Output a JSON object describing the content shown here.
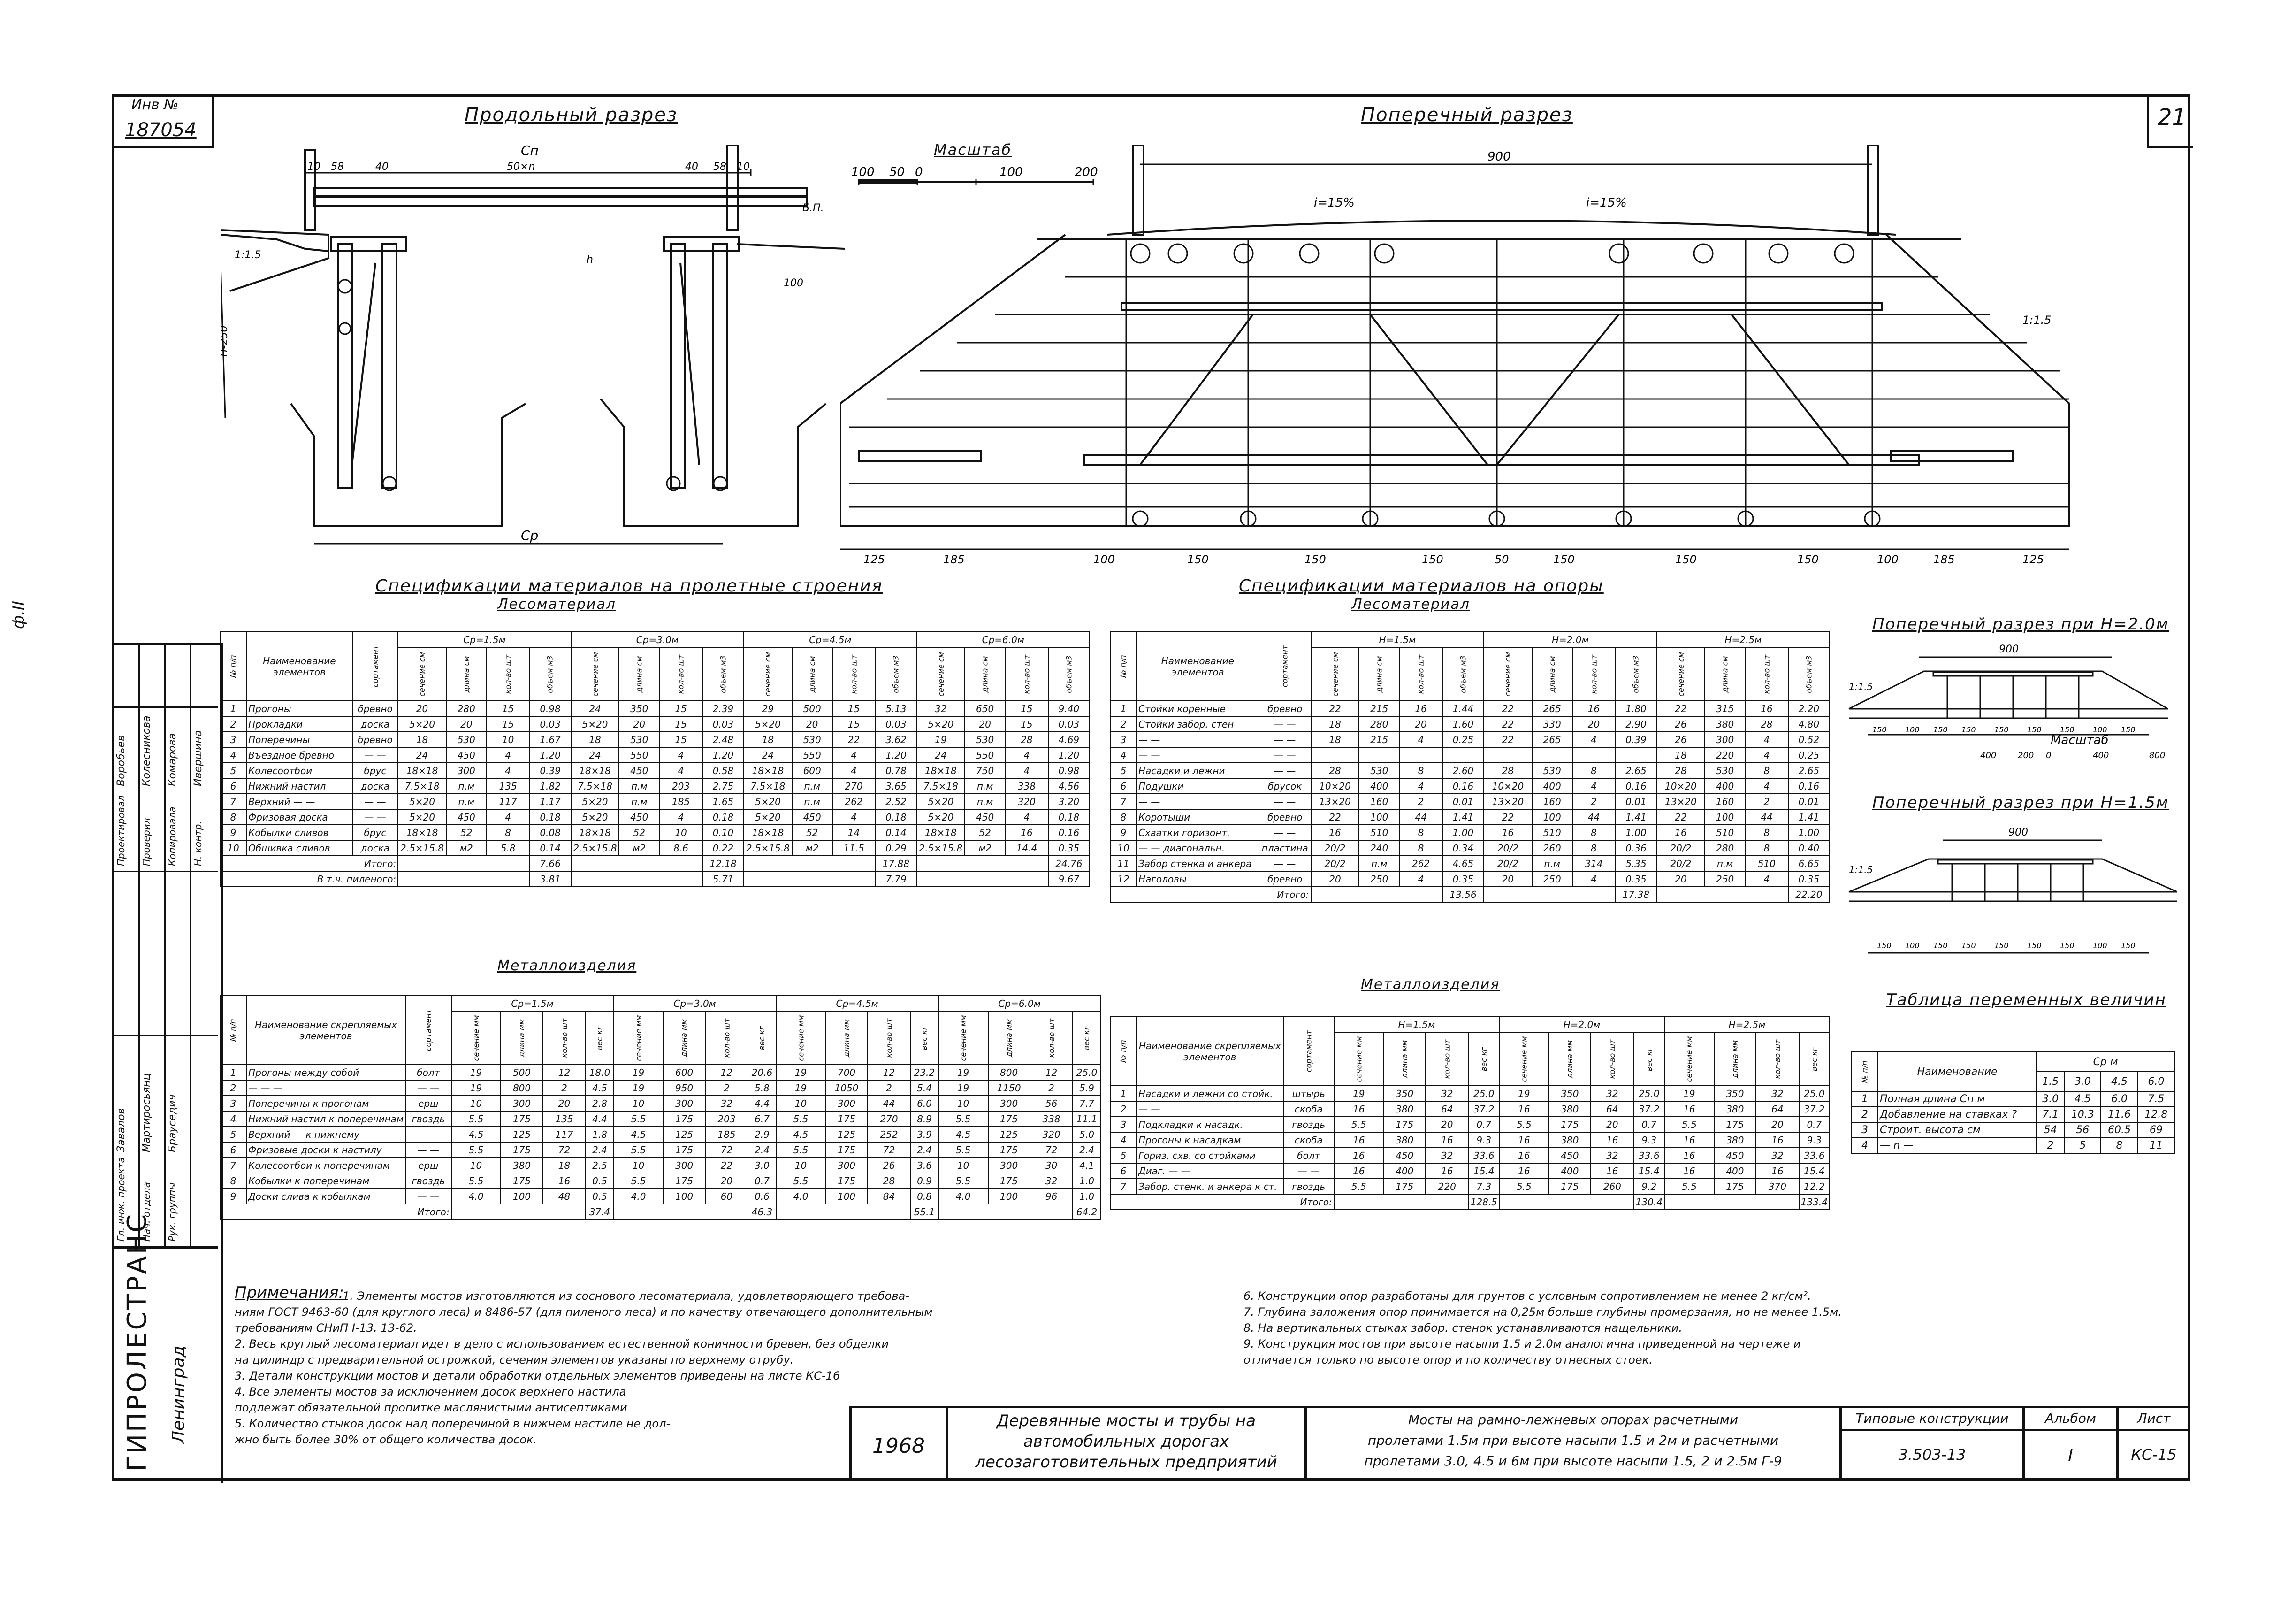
{
  "sheet_number": "21",
  "side_mark": "ф.II",
  "inv": {
    "label": "Инв №",
    "number": "187054"
  },
  "drawings": {
    "longitudinal": {
      "title": "Продольный разрез",
      "dims_top": [
        "10",
        "58",
        "40",
        "50×n",
        "40",
        "58",
        "10"
      ],
      "label_span": "Cп",
      "label_bottom": "Cр",
      "label_height": "H-250",
      "label_bp": "Б.П.",
      "label_h": "h",
      "label_100": "100",
      "label_slope": "1:1.5"
    },
    "cross": {
      "title": "Поперечный разрез",
      "width": "900",
      "slope_left": "i=15%",
      "slope_right": "i=15%",
      "side_slope": "1:1.5",
      "dims_bottom": [
        "125",
        "185",
        "100",
        "150",
        "150",
        "150",
        "50",
        "150",
        "150",
        "150",
        "100",
        "185",
        "125"
      ]
    },
    "scale": {
      "title": "Масштаб",
      "ticks": [
        "100",
        "50",
        "0",
        "100",
        "200"
      ]
    },
    "cross_h20": {
      "title": "Поперечный разрез при H=2.0м",
      "width": "900",
      "side_slope": "1:1.5"
    },
    "cross_h15": {
      "title": "Поперечный разрез при H=1.5м",
      "width": "900",
      "side_slope": "1:1.5"
    },
    "scale_small": {
      "title": "Масштаб",
      "ticks": [
        "400",
        "200",
        "0",
        "400",
        "800"
      ]
    },
    "small_dims": [
      "150",
      "100",
      "150",
      "150",
      "150",
      "150",
      "150",
      "100",
      "150"
    ]
  },
  "span_tables": {
    "title": "Спецификации материалов на пролетные строения",
    "wood": {
      "subtitle": "Лесоматериал",
      "head_num": "№ п/п",
      "head_name": "Наименование элементов",
      "head_sort": "сортамент",
      "groups": [
        "Cр=1.5м",
        "Cр=3.0м",
        "Cр=4.5м",
        "Cр=6.0м"
      ],
      "sub": [
        "сечение см",
        "длина см",
        "кол-во шт",
        "объем м3"
      ],
      "rows": [
        [
          "1",
          "Прогоны",
          "бревно",
          "20",
          "280",
          "15",
          "0.98",
          "24",
          "350",
          "15",
          "2.39",
          "29",
          "500",
          "15",
          "5.13",
          "32",
          "650",
          "15",
          "9.40"
        ],
        [
          "2",
          "Прокладки",
          "доска",
          "5×20",
          "20",
          "15",
          "0.03",
          "5×20",
          "20",
          "15",
          "0.03",
          "5×20",
          "20",
          "15",
          "0.03",
          "5×20",
          "20",
          "15",
          "0.03"
        ],
        [
          "3",
          "Поперечины",
          "бревно",
          "18",
          "530",
          "10",
          "1.67",
          "18",
          "530",
          "15",
          "2.48",
          "18",
          "530",
          "22",
          "3.62",
          "19",
          "530",
          "28",
          "4.69"
        ],
        [
          "4",
          "Въездное бревно",
          "— —",
          "24",
          "450",
          "4",
          "1.20",
          "24",
          "550",
          "4",
          "1.20",
          "24",
          "550",
          "4",
          "1.20",
          "24",
          "550",
          "4",
          "1.20"
        ],
        [
          "5",
          "Колесоотбои",
          "брус",
          "18×18",
          "300",
          "4",
          "0.39",
          "18×18",
          "450",
          "4",
          "0.58",
          "18×18",
          "600",
          "4",
          "0.78",
          "18×18",
          "750",
          "4",
          "0.98"
        ],
        [
          "6",
          "Нижний настил",
          "доска",
          "7.5×18",
          "п.м",
          "135",
          "1.82",
          "7.5×18",
          "п.м",
          "203",
          "2.75",
          "7.5×18",
          "п.м",
          "270",
          "3.65",
          "7.5×18",
          "п.м",
          "338",
          "4.56"
        ],
        [
          "7",
          "Верхний — —",
          "— —",
          "5×20",
          "п.м",
          "117",
          "1.17",
          "5×20",
          "п.м",
          "185",
          "1.65",
          "5×20",
          "п.м",
          "262",
          "2.52",
          "5×20",
          "п.м",
          "320",
          "3.20"
        ],
        [
          "8",
          "Фризовая доска",
          "— —",
          "5×20",
          "450",
          "4",
          "0.18",
          "5×20",
          "450",
          "4",
          "0.18",
          "5×20",
          "450",
          "4",
          "0.18",
          "5×20",
          "450",
          "4",
          "0.18"
        ],
        [
          "9",
          "Кобылки сливов",
          "брус",
          "18×18",
          "52",
          "8",
          "0.08",
          "18×18",
          "52",
          "10",
          "0.10",
          "18×18",
          "52",
          "14",
          "0.14",
          "18×18",
          "52",
          "16",
          "0.16"
        ],
        [
          "10",
          "Обшивка сливов",
          "доска",
          "2.5×15.8",
          "м2",
          "5.8",
          "0.14",
          "2.5×15.8",
          "м2",
          "8.6",
          "0.22",
          "2.5×15.8",
          "м2",
          "11.5",
          "0.29",
          "2.5×15.8",
          "м2",
          "14.4",
          "0.35"
        ]
      ],
      "total_label": "Итого:",
      "totals": [
        "7.66",
        "12.18",
        "17.88",
        "24.76"
      ],
      "sawn_label": "В т.ч. пиленого:",
      "sawn": [
        "3.81",
        "5.71",
        "7.79",
        "9.67"
      ]
    },
    "metal": {
      "subtitle": "Металлоизделия",
      "head_name": "Наименование скрепляемых элементов",
      "head_sort": "сортамент",
      "groups": [
        "Cр=1.5м",
        "Cр=3.0м",
        "Cр=4.5м",
        "Cр=6.0м"
      ],
      "sub": [
        "сечение мм",
        "длина мм",
        "кол-во шт",
        "вес кг"
      ],
      "rows": [
        [
          "1",
          "Прогоны между собой",
          "болт",
          "19",
          "500",
          "12",
          "18.0",
          "19",
          "600",
          "12",
          "20.6",
          "19",
          "700",
          "12",
          "23.2",
          "19",
          "800",
          "12",
          "25.0"
        ],
        [
          "2",
          "— — —",
          "— —",
          "19",
          "800",
          "2",
          "4.5",
          "19",
          "950",
          "2",
          "5.8",
          "19",
          "1050",
          "2",
          "5.4",
          "19",
          "1150",
          "2",
          "5.9"
        ],
        [
          "3",
          "Поперечины к прогонам",
          "ерш",
          "10",
          "300",
          "20",
          "2.8",
          "10",
          "300",
          "32",
          "4.4",
          "10",
          "300",
          "44",
          "6.0",
          "10",
          "300",
          "56",
          "7.7"
        ],
        [
          "4",
          "Нижний настил к поперечинам",
          "гвоздь",
          "5.5",
          "175",
          "135",
          "4.4",
          "5.5",
          "175",
          "203",
          "6.7",
          "5.5",
          "175",
          "270",
          "8.9",
          "5.5",
          "175",
          "338",
          "11.1"
        ],
        [
          "5",
          "Верхний — к нижнему",
          "— —",
          "4.5",
          "125",
          "117",
          "1.8",
          "4.5",
          "125",
          "185",
          "2.9",
          "4.5",
          "125",
          "252",
          "3.9",
          "4.5",
          "125",
          "320",
          "5.0"
        ],
        [
          "6",
          "Фризовые доски к настилу",
          "— —",
          "5.5",
          "175",
          "72",
          "2.4",
          "5.5",
          "175",
          "72",
          "2.4",
          "5.5",
          "175",
          "72",
          "2.4",
          "5.5",
          "175",
          "72",
          "2.4"
        ],
        [
          "7",
          "Колесоотбои к поперечинам",
          "ерш",
          "10",
          "380",
          "18",
          "2.5",
          "10",
          "300",
          "22",
          "3.0",
          "10",
          "300",
          "26",
          "3.6",
          "10",
          "300",
          "30",
          "4.1"
        ],
        [
          "8",
          "Кобылки к поперечинам",
          "гвоздь",
          "5.5",
          "175",
          "16",
          "0.5",
          "5.5",
          "175",
          "20",
          "0.7",
          "5.5",
          "175",
          "28",
          "0.9",
          "5.5",
          "175",
          "32",
          "1.0"
        ],
        [
          "9",
          "Доски слива к кобылкам",
          "— —",
          "4.0",
          "100",
          "48",
          "0.5",
          "4.0",
          "100",
          "60",
          "0.6",
          "4.0",
          "100",
          "84",
          "0.8",
          "4.0",
          "100",
          "96",
          "1.0"
        ]
      ],
      "total_label": "Итого:",
      "totals": [
        "37.4",
        "46.3",
        "55.1",
        "64.2"
      ]
    }
  },
  "support_tables": {
    "title": "Спецификации материалов на опоры",
    "wood": {
      "subtitle": "Лесоматериал",
      "head_name": "Наименование элементов",
      "head_sort": "сортамент",
      "groups": [
        "H=1.5м",
        "H=2.0м",
        "H=2.5м"
      ],
      "sub": [
        "сечение см",
        "длина см",
        "кол-во шт",
        "объем м3"
      ],
      "rows": [
        [
          "1",
          "Стойки коренные",
          "бревно",
          "22",
          "215",
          "16",
          "1.44",
          "22",
          "265",
          "16",
          "1.80",
          "22",
          "315",
          "16",
          "2.20"
        ],
        [
          "2",
          "Стойки забор. стен",
          "— —",
          "18",
          "280",
          "20",
          "1.60",
          "22",
          "330",
          "20",
          "2.90",
          "26",
          "380",
          "28",
          "4.80"
        ],
        [
          "3",
          "— —",
          "— —",
          "18",
          "215",
          "4",
          "0.25",
          "22",
          "265",
          "4",
          "0.39",
          "26",
          "300",
          "4",
          "0.52"
        ],
        [
          "4",
          "— —",
          "— —",
          "",
          "",
          "",
          "",
          "",
          "",
          "",
          "",
          "18",
          "220",
          "4",
          "0.25"
        ],
        [
          "5",
          "Насадки и лежни",
          "— —",
          "28",
          "530",
          "8",
          "2.60",
          "28",
          "530",
          "8",
          "2.65",
          "28",
          "530",
          "8",
          "2.65"
        ],
        [
          "6",
          "Подушки",
          "брусок",
          "10×20",
          "400",
          "4",
          "0.16",
          "10×20",
          "400",
          "4",
          "0.16",
          "10×20",
          "400",
          "4",
          "0.16"
        ],
        [
          "7",
          "— —",
          "— —",
          "13×20",
          "160",
          "2",
          "0.01",
          "13×20",
          "160",
          "2",
          "0.01",
          "13×20",
          "160",
          "2",
          "0.01"
        ],
        [
          "8",
          "Коротыши",
          "бревно",
          "22",
          "100",
          "44",
          "1.41",
          "22",
          "100",
          "44",
          "1.41",
          "22",
          "100",
          "44",
          "1.41"
        ],
        [
          "9",
          "Схватки горизонт.",
          "— —",
          "16",
          "510",
          "8",
          "1.00",
          "16",
          "510",
          "8",
          "1.00",
          "16",
          "510",
          "8",
          "1.00"
        ],
        [
          "10",
          "— — диагональн.",
          "пластина",
          "20/2",
          "240",
          "8",
          "0.34",
          "20/2",
          "260",
          "8",
          "0.36",
          "20/2",
          "280",
          "8",
          "0.40"
        ],
        [
          "11",
          "Забор стенка и анкера",
          "— —",
          "20/2",
          "п.м",
          "262",
          "4.65",
          "20/2",
          "п.м",
          "314",
          "5.35",
          "20/2",
          "п.м",
          "510",
          "6.65"
        ],
        [
          "12",
          "Наголовы",
          "бревно",
          "20",
          "250",
          "4",
          "0.35",
          "20",
          "250",
          "4",
          "0.35",
          "20",
          "250",
          "4",
          "0.35"
        ]
      ],
      "total_label": "Итого:",
      "totals": [
        "13.56",
        "17.38",
        "22.20"
      ]
    },
    "metal": {
      "subtitle": "Металлоизделия",
      "head_name": "Наименование скрепляемых элементов",
      "head_sort": "сортамент",
      "groups": [
        "H=1.5м",
        "H=2.0м",
        "H=2.5м"
      ],
      "sub": [
        "сечение мм",
        "длина мм",
        "кол-во шт",
        "вес кг"
      ],
      "rows": [
        [
          "1",
          "Насадки и лежни со стойк.",
          "штырь",
          "19",
          "350",
          "32",
          "25.0",
          "19",
          "350",
          "32",
          "25.0",
          "19",
          "350",
          "32",
          "25.0"
        ],
        [
          "2",
          "— —",
          "скоба",
          "16",
          "380",
          "64",
          "37.2",
          "16",
          "380",
          "64",
          "37.2",
          "16",
          "380",
          "64",
          "37.2"
        ],
        [
          "3",
          "Подкладки к насадк.",
          "гвоздь",
          "5.5",
          "175",
          "20",
          "0.7",
          "5.5",
          "175",
          "20",
          "0.7",
          "5.5",
          "175",
          "20",
          "0.7"
        ],
        [
          "4",
          "Прогоны к насадкам",
          "скоба",
          "16",
          "380",
          "16",
          "9.3",
          "16",
          "380",
          "16",
          "9.3",
          "16",
          "380",
          "16",
          "9.3"
        ],
        [
          "5",
          "Гориз. схв. со стойками",
          "болт",
          "16",
          "450",
          "32",
          "33.6",
          "16",
          "450",
          "32",
          "33.6",
          "16",
          "450",
          "32",
          "33.6"
        ],
        [
          "6",
          "Диаг. — —",
          "— —",
          "16",
          "400",
          "16",
          "15.4",
          "16",
          "400",
          "16",
          "15.4",
          "16",
          "400",
          "16",
          "15.4"
        ],
        [
          "7",
          "Забор. стенк. и анкера к ст.",
          "гвоздь",
          "5.5",
          "175",
          "220",
          "7.3",
          "5.5",
          "175",
          "260",
          "9.2",
          "5.5",
          "175",
          "370",
          "12.2"
        ]
      ],
      "total_label": "Итого:",
      "totals": [
        "128.5",
        "130.4",
        "133.4"
      ]
    }
  },
  "variables_table": {
    "title": "Таблица переменных величин",
    "head_num": "№ п/п",
    "head_name": "Наименование",
    "group": "Cр м",
    "cols": [
      "1.5",
      "3.0",
      "4.5",
      "6.0"
    ],
    "rows": [
      [
        "1",
        "Полная длина Cп м",
        "3.0",
        "4.5",
        "6.0",
        "7.5"
      ],
      [
        "2",
        "Добавление на ставках ?",
        "7.1",
        "10.3",
        "11.6",
        "12.8"
      ],
      [
        "3",
        "Строит. высота см",
        "54",
        "56",
        "60.5",
        "69"
      ],
      [
        "4",
        "— n —",
        "2",
        "5",
        "8",
        "11"
      ]
    ]
  },
  "notes": {
    "title": "Примечания:",
    "left": [
      "1. Элементы мостов изготовляются из соснового лесоматериала, удовлетворяющего требова-",
      "ниям ГОСТ 9463-60 (для круглого леса) и 8486-57 (для пиленого леса) и по качеству отвечающего дополнительным",
      "требованиям СНиП I-13. 13-62.",
      "2. Весь круглый лесоматериал идет в дело с использованием естественной коничности бревен, без обделки",
      "на цилиндр с предварительной острожкой, сечения элементов указаны по верхнему отрубу.",
      "3. Детали конструкции мостов и детали обработки отдельных элементов приведены на листе КС-16",
      "4. Все элементы мостов за исключением досок верхнего настила",
      "подлежат обязательной пропитке маслянистыми антисептиками",
      "5. Количество стыков досок над поперечиной в нижнем настиле не дол-",
      "жно быть более 30% от общего количества досок."
    ],
    "right": [
      "6. Конструкции опор разработаны для грунтов с условным сопротивлением не менее 2 кг/см².",
      "7. Глубина заложения опор принимается на 0,25м больше глубины промерзания, но не менее 1.5м.",
      "8. На вертикальных стыках забор. стенок устанавливаются нащельники.",
      "9. Конструкция мостов при высоте насыпи 1.5 и 2.0м аналогична приведенной на чертеже и",
      "отличается только по высоте опор и по количеству отнесных стоек."
    ]
  },
  "stamp": {
    "org": "ГИПРОЛЕСТРАНС",
    "city": "Ленинград",
    "roles": [
      "Гл. инж. проекта",
      "Нач. отдела",
      "Рук. группы",
      "Проектировал",
      "Проверил",
      "Копировала",
      "Н. контр."
    ],
    "names": [
      "Завалов",
      "Мартиросьянц",
      "Брауседич",
      "Воробьев",
      "Колесникова",
      "Комарова",
      "Ивершина"
    ],
    "year": "1968",
    "title": "Деревянные мосты и трубы на автомобильных дорогах лесозаготовительных предприятий",
    "subject_1": "Мосты на рамно-лежневых опорах расчетными",
    "subject_2": "пролетами 1.5м при высоте насыпи 1.5 и 2м и расчетными",
    "subject_3": "пролетами 3.0, 4.5 и 6м при высоте насыпи 1.5, 2 и 2.5м  Г-9",
    "series_label": "Типовые конструкции",
    "series": "3.503-13",
    "album_label": "Альбом",
    "album": "I",
    "sheet_label": "Лист",
    "sheet": "КС-15"
  }
}
